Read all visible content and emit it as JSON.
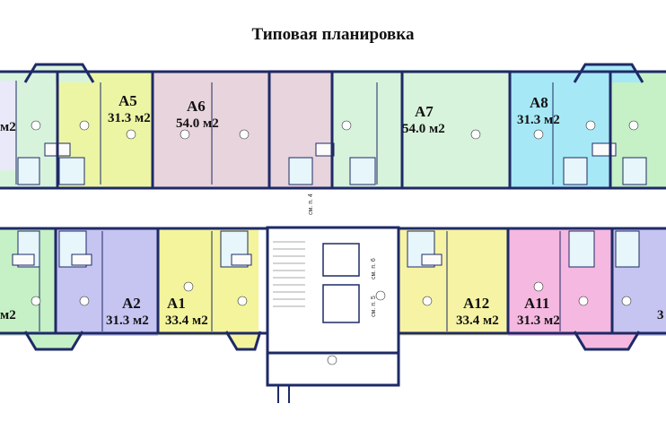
{
  "title": "Типовая планировка",
  "apartments_top": [
    {
      "id": "A5",
      "area": "31.3 м2",
      "color": "#ecf5a4"
    },
    {
      "id": "A6",
      "area": "54.0 м2",
      "color": "#e8d4dc"
    },
    {
      "id": "A7",
      "area": "54.0 м2",
      "color": "#d8f3dc"
    },
    {
      "id": "A8",
      "area": "31.3 м2",
      "color": "#a7e8f6"
    }
  ],
  "apartments_bottom": [
    {
      "id": "A2",
      "area": "31.3 м2",
      "color": "#c6c4f1"
    },
    {
      "id": "A1",
      "area": "33.4 м2",
      "color": "#f4f49c"
    },
    {
      "id": "A12",
      "area": "33.4 м2",
      "color": "#f6f3a4"
    },
    {
      "id": "A11",
      "area": "31.3 м2",
      "color": "#f5b8e0"
    }
  ],
  "partial_labels": {
    "left_top": "м2",
    "left_bottom": "м2",
    "right_bottom": "3"
  },
  "stair_notes": [
    "см. п. 4",
    "см. п. 6",
    "см. п. 5"
  ]
}
